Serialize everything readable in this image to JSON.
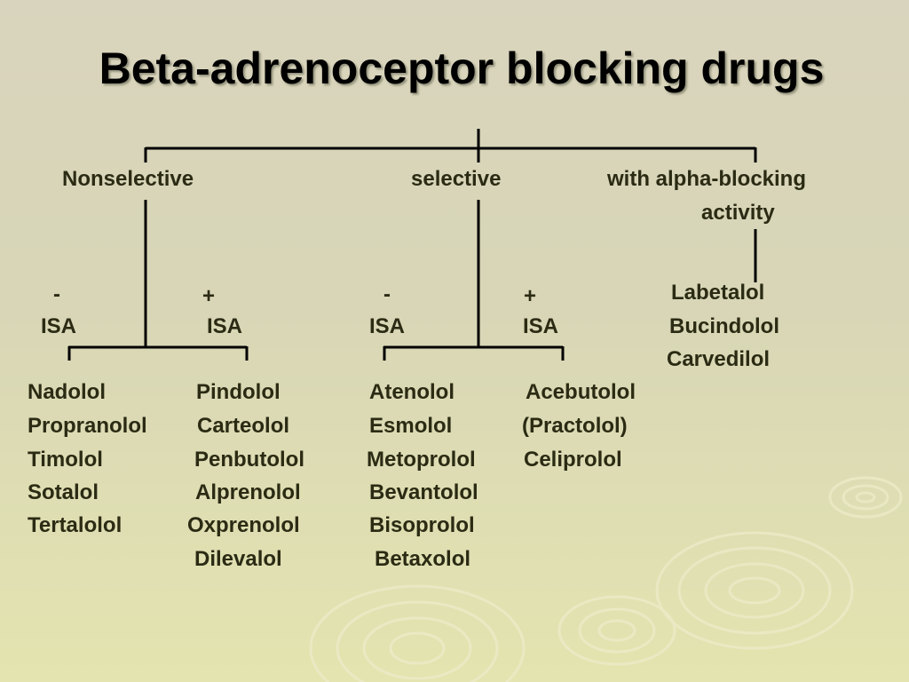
{
  "slide": {
    "title": "Beta-adrenoceptor blocking drugs",
    "accent_color": "#2b2b14",
    "line_color": "#000000"
  },
  "categories": {
    "nonselective": "Nonselective",
    "selective": "selective",
    "alpha_line1": "with alpha-blocking",
    "alpha_line2": "activity"
  },
  "isa_groups": [
    {
      "sign": "-",
      "label": "ISA"
    },
    {
      "sign": "+",
      "label": "ISA"
    },
    {
      "sign": "-",
      "label": "ISA"
    },
    {
      "sign": "+",
      "label": "ISA"
    }
  ],
  "alpha_drugs": [
    "Labetalol",
    "Bucindolol",
    "Carvedilol"
  ],
  "drug_columns": [
    [
      "Nadolol",
      "Propranolol",
      "Timolol",
      "Sotalol",
      "Tertalolol"
    ],
    [
      "Pindolol",
      "Carteolol",
      "Penbutolol",
      "Alprenolol",
      "Oxprenolol",
      "Dilevalol"
    ],
    [
      "Atenolol",
      "Esmolol",
      "Metoprolol",
      "Bevantolol",
      "Bisoprolol",
      "Betaxolol"
    ],
    [
      "Acebutolol",
      "(Practolol)",
      "Celiprolol"
    ]
  ]
}
